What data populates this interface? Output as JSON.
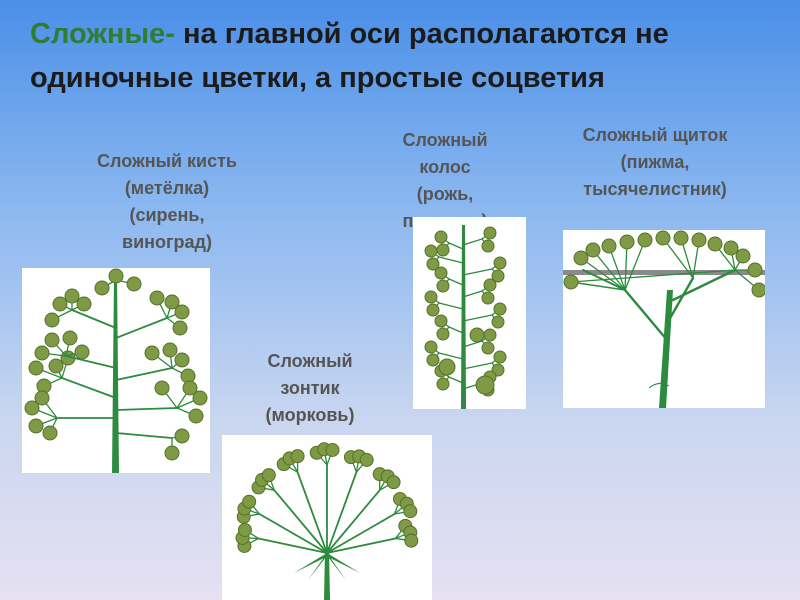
{
  "title": {
    "accent": "Сложные-",
    "rest": " на главной оси располагаются не одиночные цветки, а простые соцветия"
  },
  "labels": {
    "panicle": [
      "Сложный кисть",
      "(метёлка)",
      "(сирень,",
      "виноград)"
    ],
    "spike": [
      "Сложный",
      "колос",
      "(рожь,",
      "пшеница)"
    ],
    "corymb": [
      "Сложный щиток",
      "(пижма,",
      "тысячелистник)"
    ],
    "umbel": [
      "Сложный",
      "зонтик",
      "(морковь)"
    ]
  },
  "colors": {
    "stem": "#2d8a3e",
    "flower": "#7f9a45",
    "flower_stroke": "#55712a",
    "title_accent": "#2e7d32",
    "label": "#555555",
    "bar": "#8a8a8a"
  }
}
